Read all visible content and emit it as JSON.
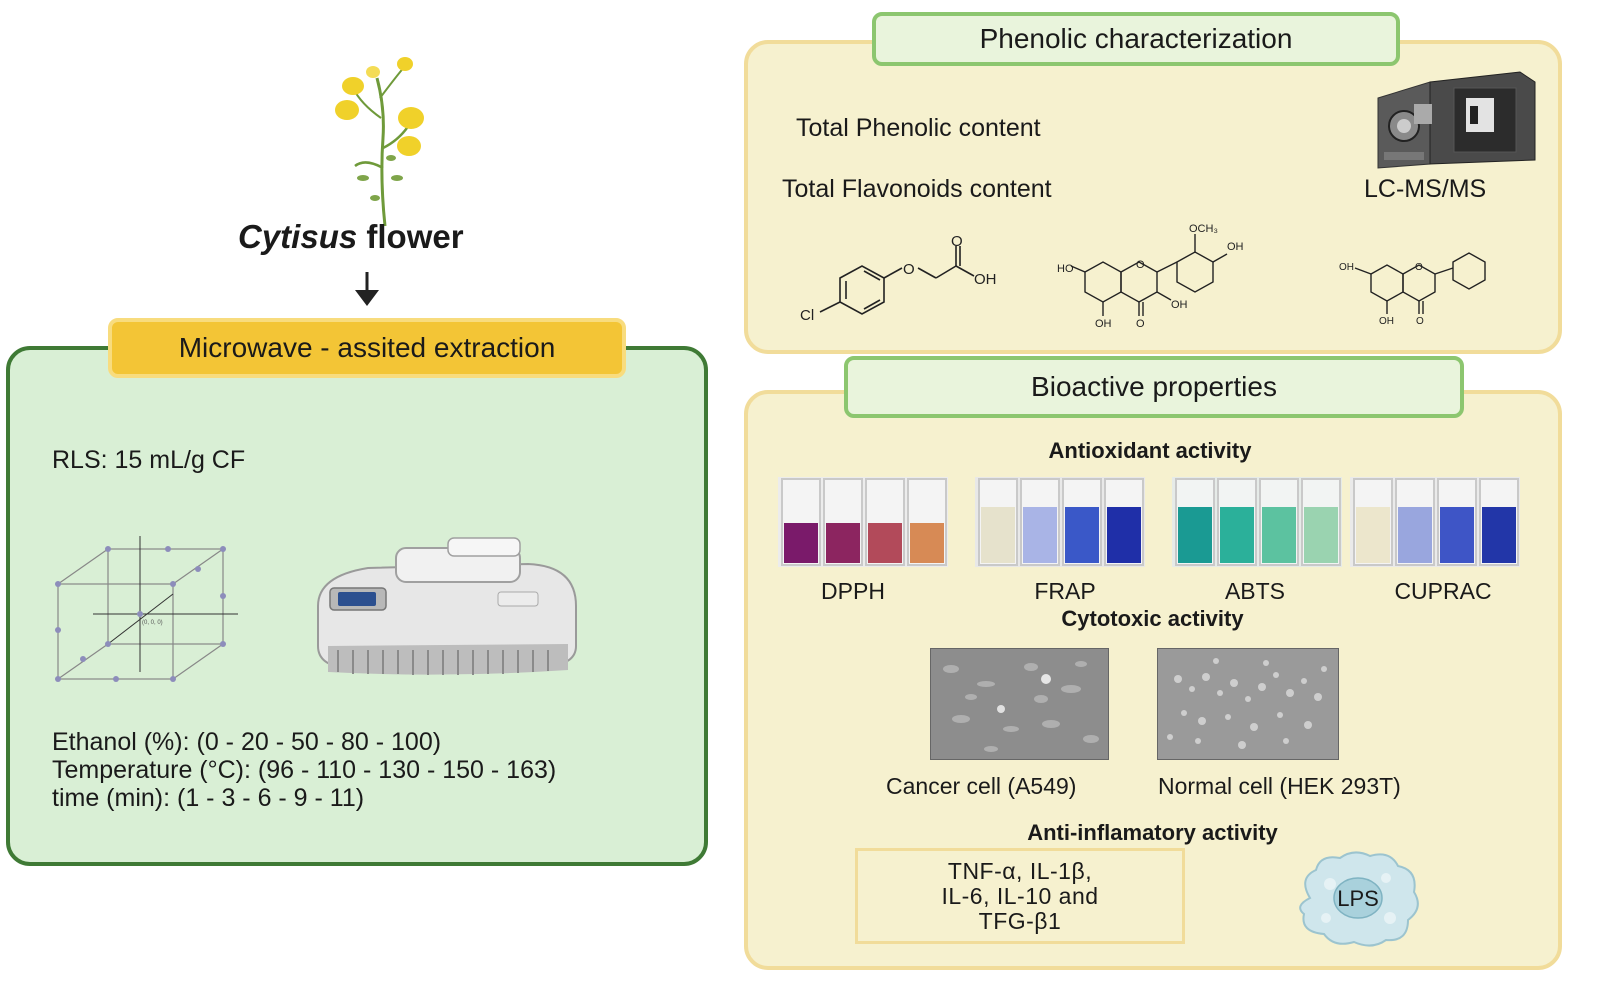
{
  "left": {
    "flower_caption_italic": "Cytisus",
    "flower_caption_rest": " flower",
    "extraction_title": "Microwave - assited extraction",
    "rls": "RLS: 15 mL/g CF",
    "factors": [
      "Ethanol (%): (0 - 20 - 50 - 80 - 100)",
      "Temperature (°C): (96 - 110 - 130 - 150 - 163)",
      "time (min): (1 - 3 - 6 - 9 - 11)"
    ],
    "cube_center_label": "(0, 0, 0)"
  },
  "phenolic": {
    "title": "Phenolic characterization",
    "total_phenolic": "Total Phenolic content",
    "total_flavonoids": "Total Flavonoids content",
    "instrument": "LC-MS/MS",
    "mol1_labels": [
      "O",
      "O",
      "OH",
      "Cl"
    ],
    "mol2_labels": [
      "OCH₃",
      "OH",
      "HO",
      "O",
      "OH",
      "OH",
      "O"
    ],
    "mol3_labels": [
      "OH",
      "O",
      "OH",
      "O"
    ]
  },
  "bioactive": {
    "title": "Bioactive properties",
    "antioxidant_title": "Antioxidant activity",
    "assays": [
      "DPPH",
      "FRAP",
      "ABTS",
      "CUPRAC"
    ],
    "cytotoxic_title": "Cytotoxic activity",
    "cells": [
      "Cancer cell (A549)",
      "Normal cell (HEK 293T)"
    ],
    "antiinflam_title": "Anti-inflamatory activity",
    "cytokines": [
      "TNF-α, IL-1β,",
      "IL-6, IL-10 and",
      "TFG-β1"
    ],
    "lps": "LPS"
  },
  "colors": {
    "extract_panel": "#d9efd5",
    "extract_border": "#3f7a35",
    "extract_title_fill": "#f3c536",
    "beige_panel": "#f6f1cf",
    "green_title_fill": "#e9f4dc",
    "green_title_border": "#8cc66f",
    "dpph": [
      "#7a1a6a",
      "#8c2560",
      "#b24a5a",
      "#d78a55"
    ],
    "frap": [
      "#e6e2cc",
      "#a9b4e6",
      "#3a58c8",
      "#1f2fa8"
    ],
    "abts": [
      "#1a9a93",
      "#2bb09a",
      "#5cc2a0",
      "#9ad3b0"
    ],
    "cuprac": [
      "#ece6cc",
      "#99a6de",
      "#3e55c6",
      "#2236a8"
    ]
  }
}
